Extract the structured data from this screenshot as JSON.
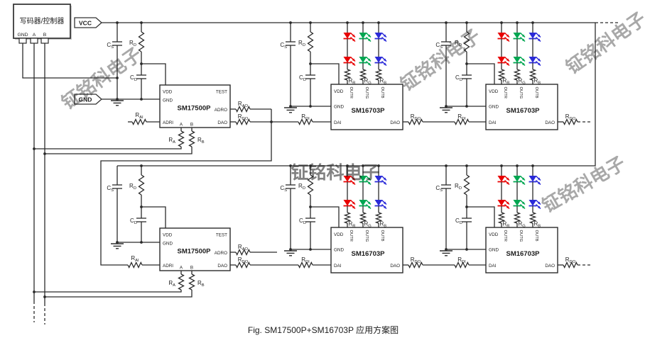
{
  "caption": "Fig. SM17500P+SM16703P 应用方案图",
  "watermark_text": "钲铭科电子",
  "colors": {
    "wire": "#2b2b2b",
    "vcc_label": "#e60000",
    "gnd_label": "#111111",
    "led_red": "#e80000",
    "led_green": "#00a651",
    "led_blue": "#2a2ad8",
    "watermark": "#9a9a9a"
  },
  "controller": {
    "title": "写码器/控制器",
    "pins": {
      "gnd": "GND",
      "a": "A",
      "b": "B"
    }
  },
  "flags": {
    "vcc": "VCC",
    "gnd": "GND"
  },
  "chips": {
    "sm17500p": {
      "name": "SM17500P",
      "pins": {
        "vdd": "VDD",
        "gnd": "GND",
        "adri": "ADRI",
        "a": "A",
        "b": "B",
        "test": "TEST",
        "adro": "ADRO",
        "dao": "DAO"
      }
    },
    "sm16703p": {
      "name": "SM16703P",
      "pins": {
        "vdd": "VDD",
        "gnd": "GND",
        "dai": "DAI",
        "outr": "OUTR",
        "outg": "OUTG",
        "outb": "OUTB",
        "dao": "DAO"
      }
    }
  },
  "labels": {
    "cs": {
      "base": "C",
      "sub": "S"
    },
    "cd": {
      "base": "C",
      "sub": "D"
    },
    "rd": {
      "base": "R",
      "sub": "D"
    },
    "rai": {
      "base": "R",
      "sub": "AI"
    },
    "ra": {
      "base": "R",
      "sub": "A"
    },
    "rb": {
      "base": "R",
      "sub": "B"
    },
    "rao": {
      "base": "R",
      "sub": "AO"
    },
    "rdo": {
      "base": "R",
      "sub": "DO"
    },
    "rdi": {
      "base": "R",
      "sub": "DI"
    },
    "rr": {
      "base": "R",
      "sub": "R"
    },
    "rg": {
      "base": "R",
      "sub": "G"
    },
    "rbl": {
      "base": "R",
      "sub": "B"
    }
  }
}
